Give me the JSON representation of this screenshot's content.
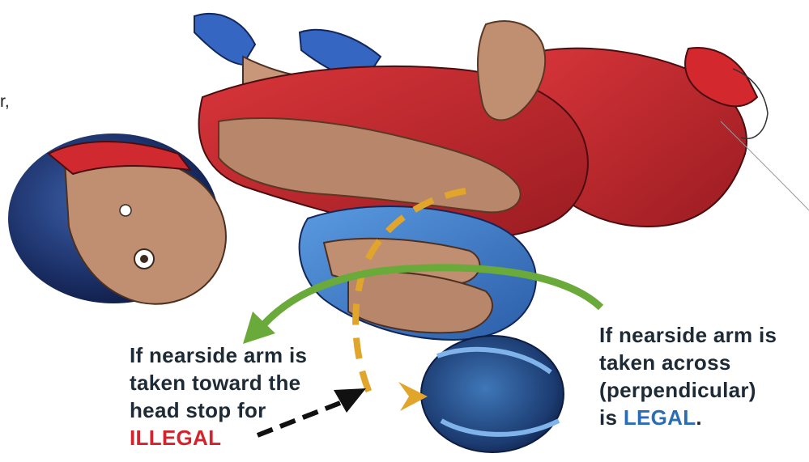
{
  "colors": {
    "red_singlet": "#c9262d",
    "red_singlet_dark": "#7e1518",
    "blue_singlet": "#3d7fd1",
    "blue_singlet_dark": "#16386e",
    "skin": "#b8866a",
    "skin_dark": "#6e4730",
    "green_arrow": "#6aaa3a",
    "gold_arrow": "#e0a52a",
    "black_arrow": "#111111",
    "illegal_text": "#d3232c",
    "legal_text": "#2a6db5",
    "caption_text": "#1e2a36"
  },
  "partial_text": "r,",
  "left_caption": {
    "line1": "If nearside arm is",
    "line2": "taken toward the",
    "line3": "head stop for",
    "line4": "ILLEGAL"
  },
  "right_caption": {
    "line1": "If nearside arm is",
    "line2": "taken across",
    "line3": "(perpendicular)",
    "line4_prefix": "is ",
    "line4_keyword": "LEGAL",
    "line4_suffix": "."
  }
}
